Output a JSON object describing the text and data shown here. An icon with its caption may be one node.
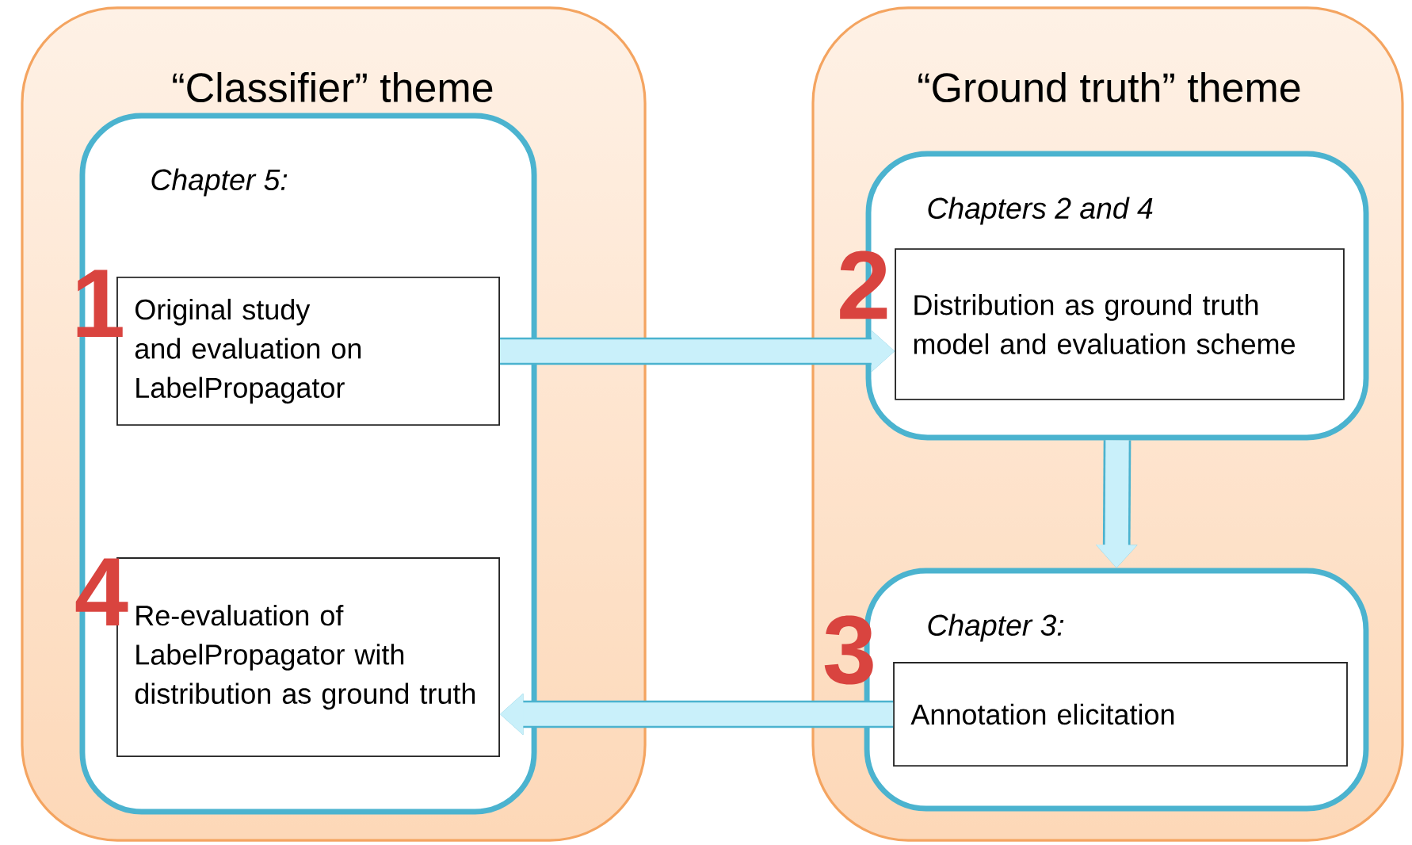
{
  "diagram": {
    "nodes": [
      {
        "text": [
          "“Classifier” theme"
        ]
      },
      {
        "text": [
          "Chapter 5:"
        ],
        "in": 0
      },
      {
        "text": [
          "Original study and evaluation on LabelPropagator"
        ],
        "in": 1
      },
      {
        "text": [
          "Re-evaluation of LabelPropagator with distribution as ground truth"
        ],
        "in": 1
      },
      {
        "text": [
          "“Ground truth” theme"
        ]
      },
      {
        "text": [
          "Chapters 2 and 4"
        ],
        "in": 4
      },
      {
        "text": [
          "Distribution as ground truth model and evaluation scheme"
        ],
        "in": 5
      },
      {
        "text": [
          "Chapter 3:"
        ],
        "in": 4
      },
      {
        "text": [
          "Annotation elicitation"
        ],
        "in": 7
      }
    ],
    "edges": [
      {
        "from": 2,
        "to": 6,
        "arrow": "to"
      },
      {
        "from": 5,
        "to": 7,
        "arrow": "to"
      },
      {
        "from": 8,
        "to": 3,
        "arrow": "to"
      }
    ],
    "labels": [
      "1",
      "2",
      "4",
      "3"
    ]
  }
}
